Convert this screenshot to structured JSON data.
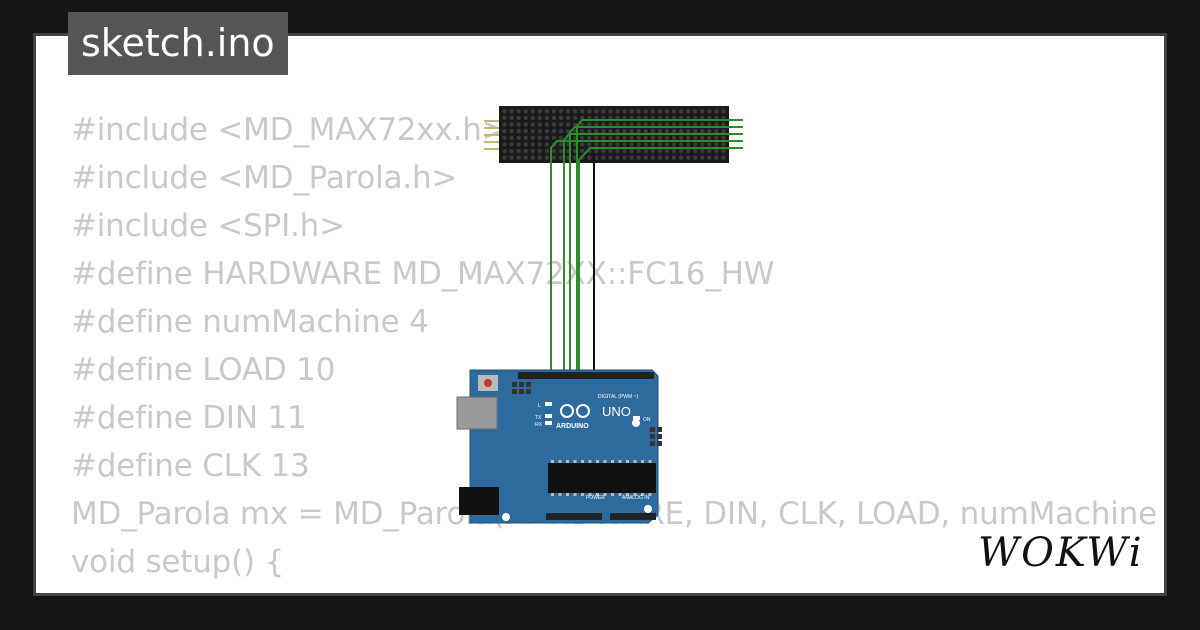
{
  "title": "sketch.ino",
  "code_lines": [
    "#include <MD_MAX72xx.h>",
    "#include <MD_Parola.h>",
    "#include <SPI.h>",
    "#define HARDWARE MD_MAX72XX::FC16_HW",
    "#define numMachine 4",
    "#define LOAD 10",
    "#define DIN 11",
    "#define CLK 13",
    "MD_Parola mx = MD_Parola(HARDWARE, DIN, CLK, LOAD, numMachine",
    "void setup() {",
    "  // ..."
  ],
  "board": {
    "name": "UNO",
    "brand": "ARDUINO",
    "digital_label": "DIGITAL (PWM ~)",
    "power_label": "POWER",
    "analog_label": "ANALOG IN",
    "on_label": "ON",
    "l_label": "L",
    "tx_label": "TX",
    "rx_label": "RX"
  },
  "logo": "WOKWi",
  "colors": {
    "wire_green": "#2e8b2e",
    "wire_black": "#111111",
    "board_blue": "#2d6b9e",
    "matrix_bg": "#1a1a1a"
  }
}
